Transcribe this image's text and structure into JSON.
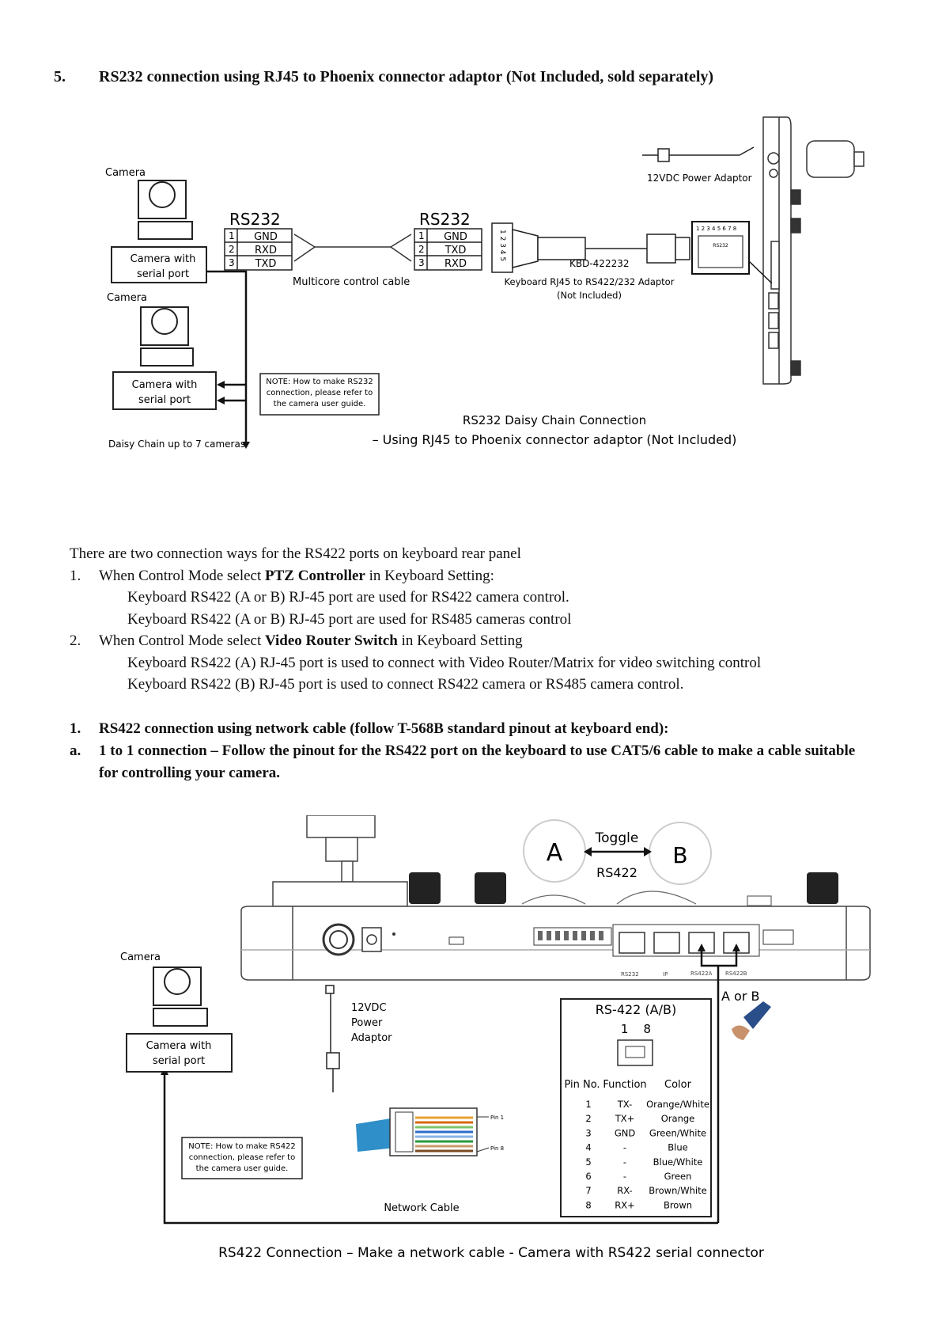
{
  "section5": {
    "number": "5.",
    "title": "RS232 connection using RJ45 to Phoenix connector adaptor (Not Included, sold separately)"
  },
  "diagram1": {
    "camera1_label": "Camera",
    "camera1_box": [
      "Camera with",
      "serial port"
    ],
    "camera2_label": "Camera",
    "camera2_box": [
      "Camera with",
      "serial port"
    ],
    "daisy_chain_label": "Daisy Chain up to 7 cameras",
    "rs232_left": {
      "title": "RS232",
      "rows": [
        [
          "1",
          "GND"
        ],
        [
          "2",
          "RXD"
        ],
        [
          "3",
          "TXD"
        ]
      ]
    },
    "rs232_right": {
      "title": "RS232",
      "rows": [
        [
          "1",
          "GND"
        ],
        [
          "2",
          "TXD"
        ],
        [
          "3",
          "RXD"
        ]
      ]
    },
    "cable_label": "Multicore control cable",
    "phoenix_pins": "1 2 3 4 5",
    "power_adaptor": "12VDC Power Adaptor",
    "adaptor_model": "KBD-422232",
    "adaptor_desc": [
      "Keyboard RJ45 to RS422/232 Adaptor",
      "(Not Included)"
    ],
    "port_pins": "1 2 3 4 5 6 7 8",
    "port_label": "RS232",
    "note": [
      "NOTE: How to make RS232",
      "connection, please refer to",
      "the camera user guide."
    ],
    "caption": [
      "RS232 Daisy Chain Connection",
      "– Using RJ45 to Phoenix connector adaptor (Not Included)"
    ]
  },
  "intro": {
    "line1": "There are two connection ways for the RS422 ports on keyboard rear panel",
    "item1": {
      "num": "1.",
      "pre": "When Control Mode select ",
      "bold": "PTZ Controller",
      "post": " in Keyboard Setting:",
      "sub": [
        "Keyboard RS422 (A or B) RJ-45 port are used for RS422 camera control.",
        "Keyboard RS422 (A or B) RJ-45 port are used for RS485 cameras control"
      ]
    },
    "item2": {
      "num": "2.",
      "pre": "When Control Mode select ",
      "bold": "Video Router Switch",
      "post": " in Keyboard Setting",
      "sub": [
        "Keyboard RS422 (A) RJ-45 port is used to connect with Video Router/Matrix for video switching control",
        "Keyboard RS422 (B) RJ-45 port is used to connect RS422 camera or RS485 camera control."
      ]
    }
  },
  "section1": {
    "num": "1.",
    "title": "RS422 connection using network cable (follow T-568B standard pinout at keyboard end):",
    "sub_num": "a.",
    "sub_title_1": "1 to 1 connection – Follow the pinout for the RS422 port on the keyboard to use CAT5/6 cable to make a cable suitable",
    "sub_title_2": "for controlling your camera."
  },
  "diagram2": {
    "toggle_a": "A",
    "toggle_b": "B",
    "toggle_label": "Toggle",
    "toggle_rs": "RS422",
    "port_labels": [
      "RS232",
      "IP",
      "RS422A",
      "RS422B"
    ],
    "a_or_b": "A or B",
    "camera_label": "Camera",
    "camera_box": [
      "Camera with",
      "serial port"
    ],
    "power": [
      "12VDC",
      "Power",
      "Adaptor"
    ],
    "note": [
      "NOTE: How to make RS422",
      "connection, please refer to",
      "the camera user guide."
    ],
    "cable_label": "Network Cable",
    "pin1": "Pin 1",
    "pin8": "Pin 8",
    "table_title": "RS-422 (A/B)",
    "table_pins": "1    8",
    "table_headers": [
      "Pin No.",
      "Function",
      "Color"
    ],
    "table_rows": [
      [
        "1",
        "TX-",
        "Orange/White"
      ],
      [
        "2",
        "TX+",
        "Orange"
      ],
      [
        "3",
        "GND",
        "Green/White"
      ],
      [
        "4",
        "-",
        "Blue"
      ],
      [
        "5",
        "-",
        "Blue/White"
      ],
      [
        "6",
        "-",
        "Green"
      ],
      [
        "7",
        "RX-",
        "Brown/White"
      ],
      [
        "8",
        "RX+",
        "Brown"
      ]
    ],
    "caption": "RS422 Connection – Make a network cable - Camera with RS422 serial connector"
  }
}
